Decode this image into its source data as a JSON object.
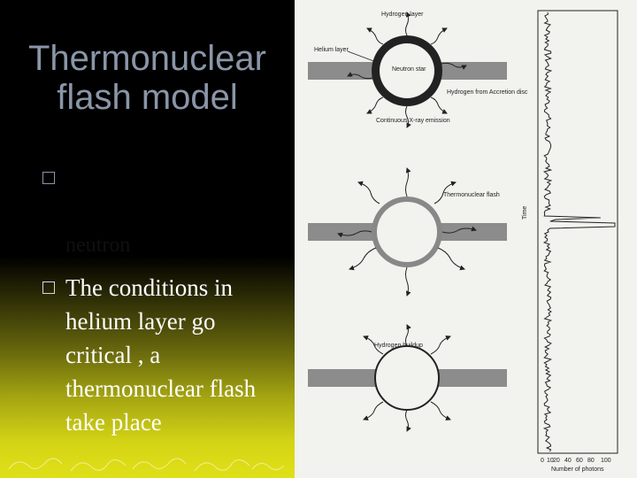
{
  "slide": {
    "title": "Thermonuclear flash model",
    "bullets": [
      {
        "text": ""
      },
      {
        "text": "The conditions in helium layer go critical , a thermonuclear flash take place"
      }
    ],
    "hidden_fragment": "neutron"
  },
  "figure": {
    "labels": {
      "hydrogen_layer": "Hydrogen layer",
      "helium_layer": "Helium layer",
      "neutron_star": "Neutron star",
      "hydrogen_from_disc": "Hydrogen from Accretion disc",
      "continuous_emission": "Continuous X-ray emission",
      "thermonuclear_flash": "Thermonuclear flash",
      "hydrogen_buildup": "Hydrogen buildup",
      "time": "Time",
      "number_of_photons": "Number of photons"
    },
    "x_ticks": [
      "0",
      "10",
      "20",
      "40",
      "60",
      "80",
      "100"
    ]
  },
  "colors": {
    "title": "#8a96a8",
    "bullet_text": "#ffffff",
    "bottom_gradient": "#e0e018"
  }
}
